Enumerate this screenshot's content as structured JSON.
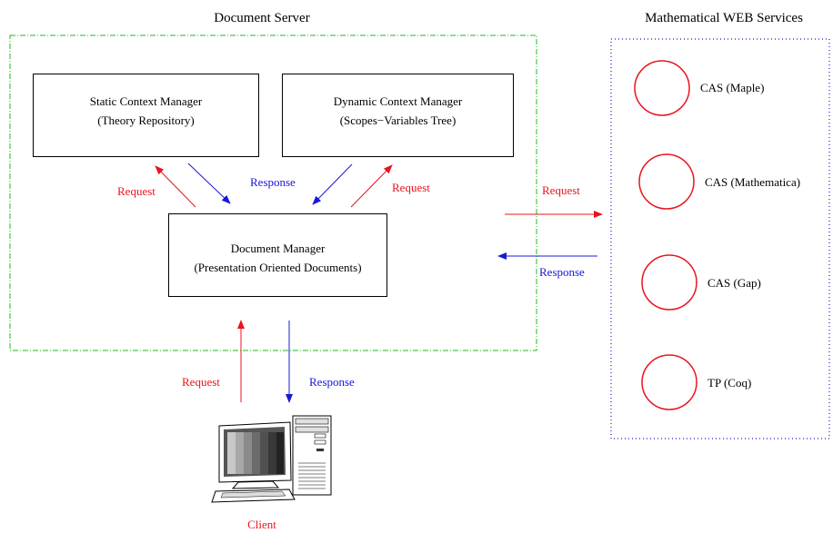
{
  "document_server": {
    "title": "Document Server",
    "static_context_manager": {
      "line1": "Static Context Manager",
      "line2": "(Theory Repository)"
    },
    "dynamic_context_manager": {
      "line1": "Dynamic Context Manager",
      "line2": "(Scopes−Variables Tree)"
    },
    "document_manager": {
      "line1": "Document Manager",
      "line2": "(Presentation Oriented Documents)"
    }
  },
  "web_services": {
    "title": "Mathematical WEB Services",
    "services": [
      "CAS (Maple)",
      "CAS (Mathematica)",
      "CAS (Gap)",
      "TP (Coq)"
    ]
  },
  "labels": {
    "request_left": "Request",
    "response_mid": "Response",
    "request_right": "Request",
    "request_services": "Request",
    "response_services": "Response",
    "request_client": "Request",
    "response_client": "Response"
  },
  "client": {
    "label": "Client"
  },
  "colors": {
    "request": "#e8141e",
    "response": "#1818d8",
    "server_border": "#22bb22",
    "services_border": "#1818d8",
    "service_circle": "#e8141e"
  }
}
